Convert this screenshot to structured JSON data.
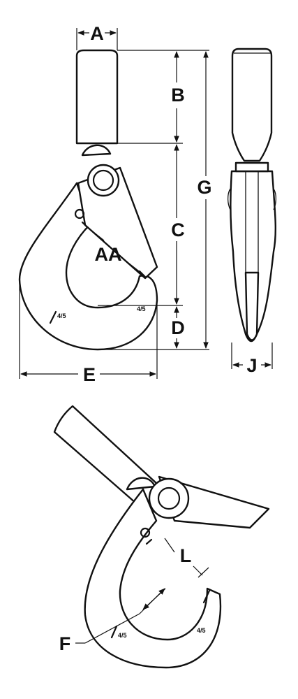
{
  "labels": {
    "a": "A",
    "b": "B",
    "c": "C",
    "d": "D",
    "e": "E",
    "f": "F",
    "g": "G",
    "j": "J",
    "l": "L",
    "aa": "AA"
  },
  "markings": {
    "grade": "4/5"
  }
}
